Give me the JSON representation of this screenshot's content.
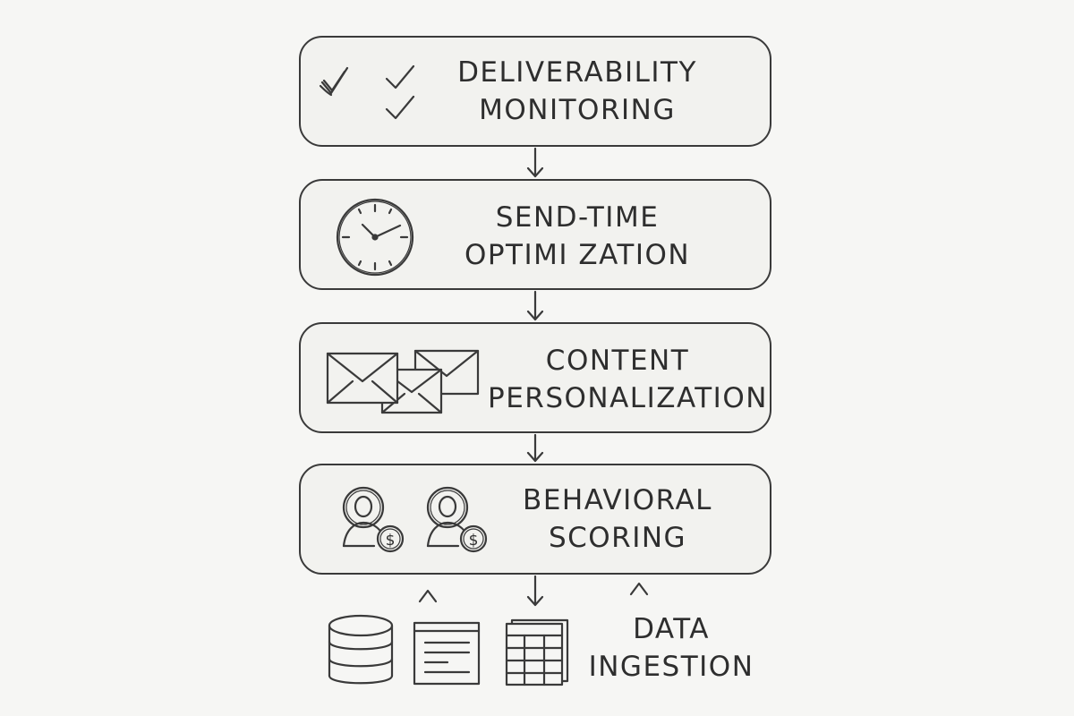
{
  "steps": [
    {
      "id": "deliverability",
      "line1": "DELIVERABILITY",
      "line2": "MONITORING",
      "icon": "checkmarks-icon"
    },
    {
      "id": "send-time",
      "line1": "SEND-TIME",
      "line2": "OPTIMI ZATION",
      "icon": "clock-icon"
    },
    {
      "id": "content",
      "line1": "CONTENT",
      "line2": "PERSONALIZATION",
      "icon": "envelopes-icon"
    },
    {
      "id": "behavioral",
      "line1": "BEHAVIORAL",
      "line2": "SCORING",
      "icon": "user-dollar-icon"
    }
  ],
  "source": {
    "line1": "DATA",
    "line2": "INGESTION",
    "icons": [
      "database-icon",
      "document-icon",
      "table-icon"
    ]
  },
  "colors": {
    "stroke": "#3a3a3a",
    "background": "#f6f6f4",
    "box_fill": "#f2f2ef"
  }
}
